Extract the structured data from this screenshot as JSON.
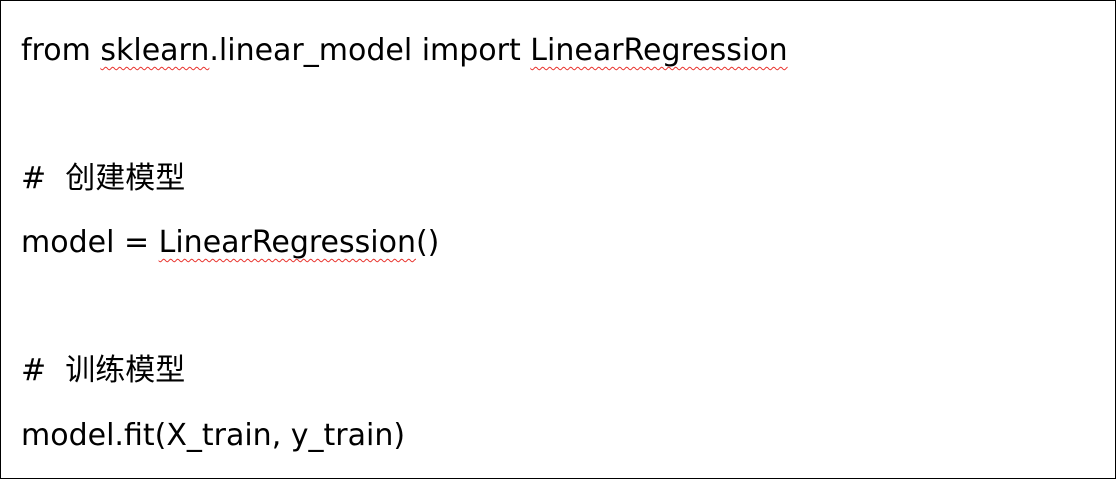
{
  "code": {
    "line1": {
      "t1": "from ",
      "t2": "sklearn",
      "t3": ".linear_model import ",
      "t4": "LinearRegression"
    },
    "line2": {
      "t1": "#  创建模型"
    },
    "line3": {
      "t1": "model = ",
      "t2": "LinearRegression",
      "t3": "()"
    },
    "line4": {
      "t1": "#  训练模型"
    },
    "line5": {
      "t1": "model.fit(X_train, y_train)"
    }
  },
  "colors": {
    "text": "#000000",
    "border": "#000000",
    "spellcheck_underline": "#e8322c"
  }
}
